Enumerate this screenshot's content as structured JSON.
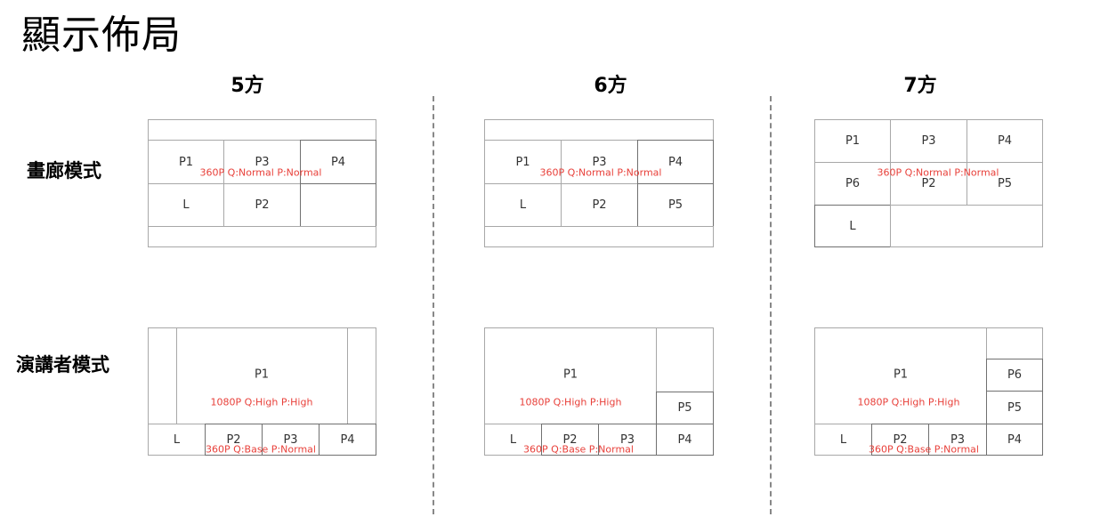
{
  "title": "顯示佈局",
  "columns": [
    "5方",
    "6方",
    "7方"
  ],
  "rows": [
    "畫廊模式",
    "演講者模式"
  ],
  "cell_labels": {
    "L": "L",
    "P1": "P1",
    "P2": "P2",
    "P3": "P3",
    "P4": "P4",
    "P5": "P5",
    "P6": "P6"
  },
  "notes": {
    "gallery": "360P Q:Normal P:Normal",
    "speaker_main": "1080P Q:High P:High",
    "speaker_small": "360P Q:Base P:Normal"
  },
  "colors": {
    "note": "#e8403a",
    "border": "#a8a8a8",
    "divider": "#888888"
  }
}
